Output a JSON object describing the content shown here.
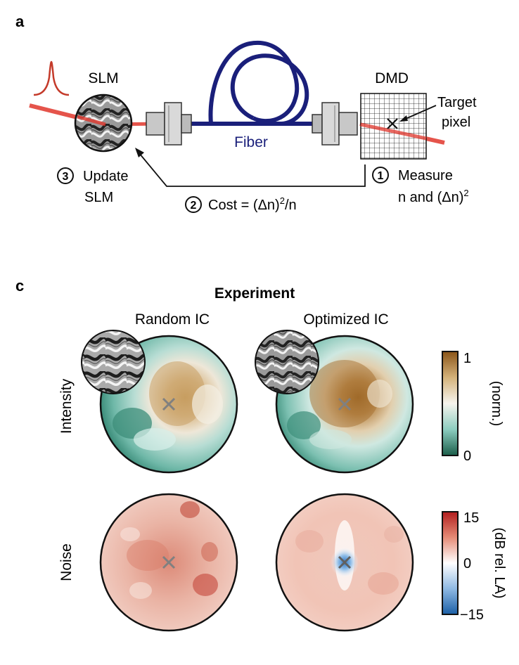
{
  "panel_a": {
    "label": "a",
    "slm_label": "SLM",
    "dmd_label": "DMD",
    "fiber_label": "Fiber",
    "target_line1": "Target",
    "target_line2": "pixel",
    "step1_num": "1",
    "step1_line1": "Measure",
    "step1_line2_pre": "n and (Δn)",
    "step1_sup": "2",
    "step2_num": "2",
    "step2_pre": "Cost = (Δn)",
    "step2_sup": "2",
    "step2_post": "/n",
    "step3_num": "3",
    "step3_line1": "Update",
    "step3_line2": "SLM"
  },
  "panel_c": {
    "label": "c",
    "title": "Experiment",
    "col1": "Random IC",
    "col2": "Optimized IC",
    "row1": "Intensity",
    "row2": "Noise",
    "cbar_intensity": {
      "max": "1",
      "min": "0",
      "label": "(norm.)"
    },
    "cbar_noise": {
      "max": "15",
      "mid": "0",
      "min": "−15",
      "label": "(dB rel. LA)"
    }
  },
  "colors": {
    "laser": "#e0362c",
    "fiber": "#1a1f7a",
    "intensity_low": "#1b5e4a",
    "intensity_mid": "#f6f4ee",
    "intensity_high": "#8a5418",
    "noise_low": "#1b5fa6",
    "noise_mid": "#ffffff",
    "noise_high": "#b21e1e",
    "marker": "#808080"
  }
}
